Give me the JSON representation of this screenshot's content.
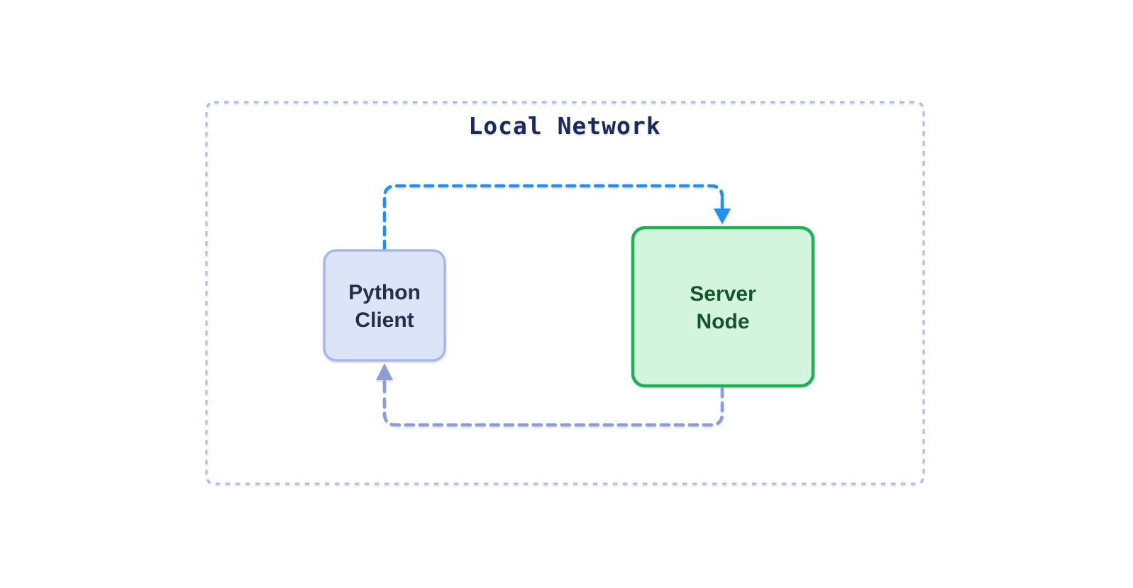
{
  "network": {
    "label": "Local Network"
  },
  "nodes": {
    "client": {
      "label_line1": "Python",
      "label_line2": "Client"
    },
    "server": {
      "label_line1": "Server",
      "label_line2": "Node"
    }
  },
  "edges": {
    "request": {
      "from": "Python Client",
      "to": "Server Node",
      "style": "dashed"
    },
    "response": {
      "from": "Server Node",
      "to": "Python Client",
      "style": "dashed"
    }
  },
  "colors": {
    "background": "#ffffff",
    "network_border": "#aebde8",
    "title_text": "#1b2a5c",
    "client_fill": "#dce4f7",
    "client_border": "#a9b6e8",
    "client_text": "#242f49",
    "server_fill": "#d3f5de",
    "server_border": "#1db155",
    "server_text": "#14552e",
    "request_edge": "#2190f4",
    "response_edge": "#8d9cd2"
  }
}
